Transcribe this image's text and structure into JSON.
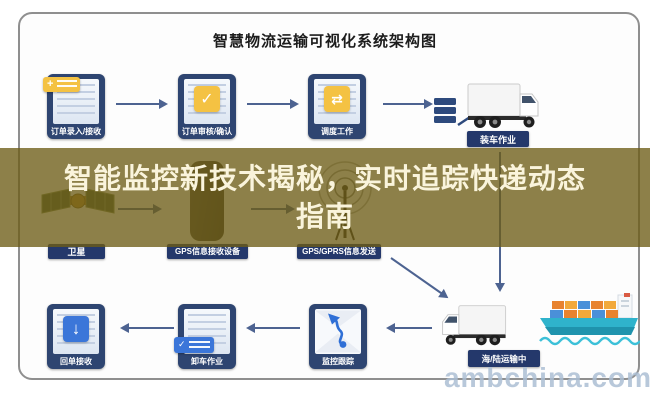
{
  "title": "智慧物流运输可视化系统架构图",
  "banner": {
    "line1": "智能监控新技术揭秘，实时追踪快递动态",
    "line2": "指南",
    "bg_color": "rgba(109,92,22,0.78)",
    "text_color": "#faf4dc"
  },
  "watermark": "ambchina.com",
  "flow_top": {
    "steps": [
      {
        "label": "订单录入/接收",
        "icon": "document-plus-icon"
      },
      {
        "label": "订单审核/确认",
        "icon": "document-check-icon"
      },
      {
        "label": "调度工作",
        "icon": "document-swap-icon"
      },
      {
        "label": "装车作业",
        "icon": "loading-truck-icon"
      }
    ]
  },
  "flow_middle": {
    "steps": [
      {
        "label": "卫星",
        "icon": "satellite-icon"
      },
      {
        "label": "GPS信息接收设备",
        "icon": "gps-receiver-icon"
      },
      {
        "label": "GPS/GPRS信息发送",
        "icon": "antenna-broadcast-icon"
      }
    ]
  },
  "flow_bottom": {
    "steps": [
      {
        "label": "回单接收",
        "icon": "document-download-icon"
      },
      {
        "label": "卸车作业",
        "icon": "document-checklist-icon"
      },
      {
        "label": "监控跟踪",
        "icon": "map-route-icon"
      },
      {
        "label": "海/陆运输中",
        "icon": "truck-ship-icon"
      }
    ]
  },
  "glyphs": {
    "plus": "+",
    "check": "✓",
    "swap": "⇄",
    "download": "↓"
  },
  "colors": {
    "card_navy": "#2e4571",
    "badge_navy": "#24386b",
    "accent_yellow": "#f4c243",
    "accent_blue": "#3b76d9",
    "arrow": "#4d6391",
    "banner_text": "#faf4dc",
    "watermark": "#abbed4"
  }
}
